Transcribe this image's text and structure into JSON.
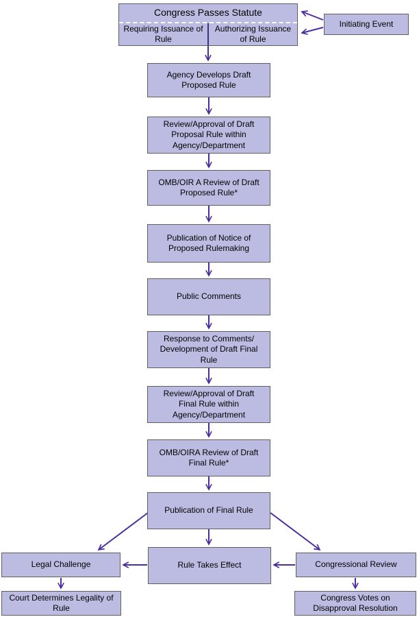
{
  "diagram": {
    "type": "flowchart",
    "colors": {
      "box_fill": "#bcbce3",
      "box_border": "#5e5e5e",
      "arrow": "#4b2da0",
      "divider": "#3a3180",
      "text": "#000000",
      "background": "#ffffff"
    },
    "nodes": {
      "congress_statute": {
        "label": "Congress Passes Statute"
      },
      "requiring_issuance": {
        "label": "Requiring Issuance of Rule"
      },
      "authorizing_issuance": {
        "label": "Authorizing Issuance of Rule"
      },
      "initiating_event": {
        "label": "Initiating Event"
      },
      "agency_develops": {
        "label": "Agency Develops Draft Proposed Rule"
      },
      "review_draft_proposed": {
        "label": "Review/Approval of Draft Proposal Rule within Agency/Department"
      },
      "omb_review_proposed": {
        "label": "OMB/OIR A Review of Draft Proposed Rule*"
      },
      "publication_notice": {
        "label": "Publication of Notice of Proposed Rulemaking"
      },
      "public_comments": {
        "label": "Public Comments"
      },
      "response_comments": {
        "label": "Response to Comments/ Development of Draft Final Rule"
      },
      "review_draft_final": {
        "label": "Review/Approval of Draft Final Rule within Agency/Department"
      },
      "omb_review_final": {
        "label": "OMB/OIRA Review of Draft Final Rule*"
      },
      "publication_final": {
        "label": "Publication of Final Rule"
      },
      "legal_challenge": {
        "label": "Legal Challenge"
      },
      "rule_takes_effect": {
        "label": "Rule Takes Effect"
      },
      "congressional_review": {
        "label": "Congressional Review"
      },
      "court_determines": {
        "label": "Court Determines Legality of Rule"
      },
      "congress_votes": {
        "label": "Congress Votes on Disapproval Resolution"
      }
    },
    "edges": [
      {
        "from": "initiating_event",
        "to": "congress_statute"
      },
      {
        "from": "initiating_event",
        "to": "authorizing_issuance"
      },
      {
        "from": "congress_statute",
        "to": "agency_develops"
      },
      {
        "from": "agency_develops",
        "to": "review_draft_proposed"
      },
      {
        "from": "review_draft_proposed",
        "to": "omb_review_proposed"
      },
      {
        "from": "omb_review_proposed",
        "to": "publication_notice"
      },
      {
        "from": "publication_notice",
        "to": "public_comments"
      },
      {
        "from": "public_comments",
        "to": "response_comments"
      },
      {
        "from": "response_comments",
        "to": "review_draft_final"
      },
      {
        "from": "review_draft_final",
        "to": "omb_review_final"
      },
      {
        "from": "omb_review_final",
        "to": "publication_final"
      },
      {
        "from": "publication_final",
        "to": "rule_takes_effect"
      },
      {
        "from": "publication_final",
        "to": "legal_challenge"
      },
      {
        "from": "publication_final",
        "to": "congressional_review"
      },
      {
        "from": "rule_takes_effect",
        "to": "legal_challenge"
      },
      {
        "from": "congressional_review",
        "to": "rule_takes_effect"
      },
      {
        "from": "legal_challenge",
        "to": "court_determines"
      },
      {
        "from": "congressional_review",
        "to": "congress_votes"
      }
    ]
  }
}
